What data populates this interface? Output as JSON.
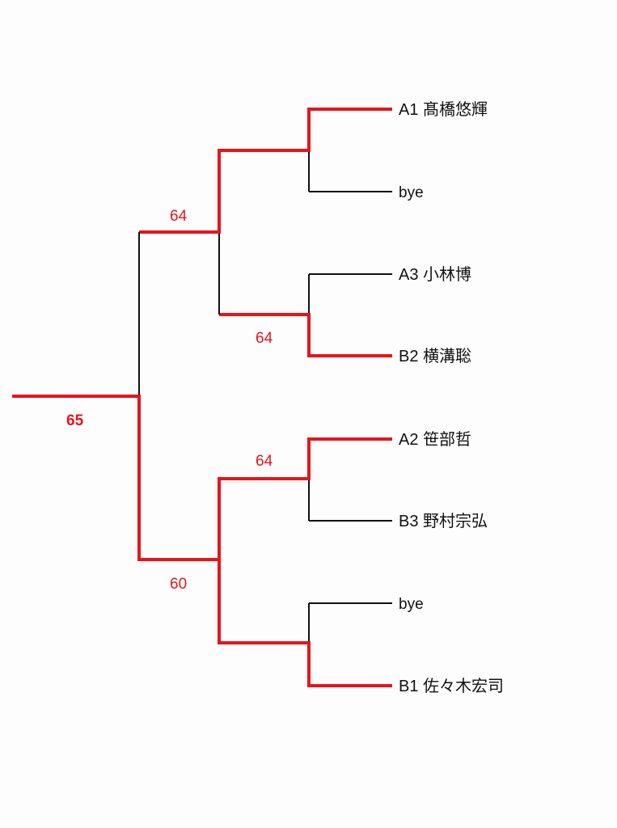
{
  "colors": {
    "winner": "#e8141a",
    "line": "#111111"
  },
  "entries": [
    {
      "seed": "A1",
      "name": "髙橋悠輝"
    },
    {
      "seed": "",
      "name": "bye"
    },
    {
      "seed": "A3",
      "name": "小林博"
    },
    {
      "seed": "B2",
      "name": "横溝聡"
    },
    {
      "seed": "A2",
      "name": "笹部哲"
    },
    {
      "seed": "B3",
      "name": "野村宗弘"
    },
    {
      "seed": "",
      "name": "bye"
    },
    {
      "seed": "B1",
      "name": "佐々木宏司"
    }
  ],
  "scores": {
    "semi_top": "64",
    "qf_2": "64",
    "final": "65",
    "qf_3": "64",
    "semi_bottom": "60"
  }
}
